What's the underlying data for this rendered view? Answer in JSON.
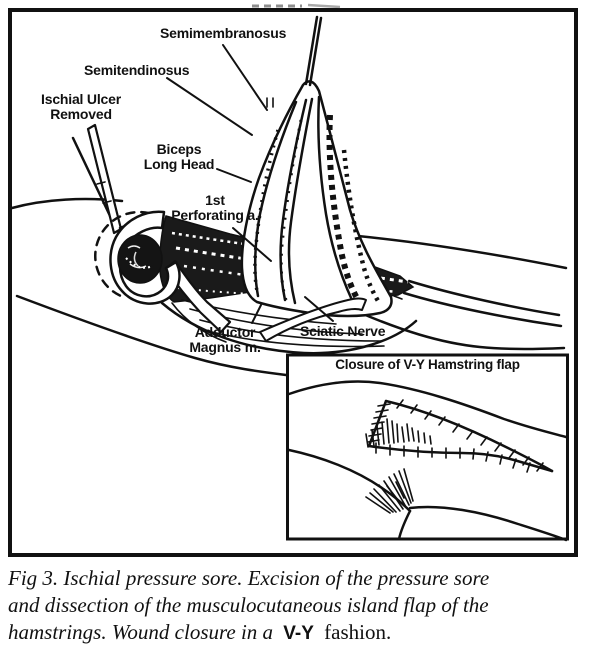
{
  "figure": {
    "labels": {
      "semimembranosus": "Semimembranosus",
      "semitendinosus": "Semitendinosus",
      "ischial_ulcer_line1": "Ischial Ulcer",
      "ischial_ulcer_line2": "Removed",
      "biceps_line1": "Biceps",
      "biceps_line2": "Long Head",
      "perforating_line1": "1st",
      "perforating_line2": "Perforating a.",
      "adductor_line1": "Adductor",
      "adductor_line2": "Magnus m.",
      "sciatic": "Sciatic Nerve"
    },
    "inset": {
      "title": "Closure of V-Y Hamstring flap"
    },
    "caption": {
      "line1": "Fig 3. Ischial pressure sore. Excision of the pressure sore",
      "line2": "and dissection of the musculocutaneous island flap of the",
      "line3_italic": "hamstrings. Wound closure in a",
      "line3_vy": "V-Y",
      "line3_end": "fashion."
    },
    "colors": {
      "ink": "#111111",
      "paper": "#ffffff"
    }
  }
}
